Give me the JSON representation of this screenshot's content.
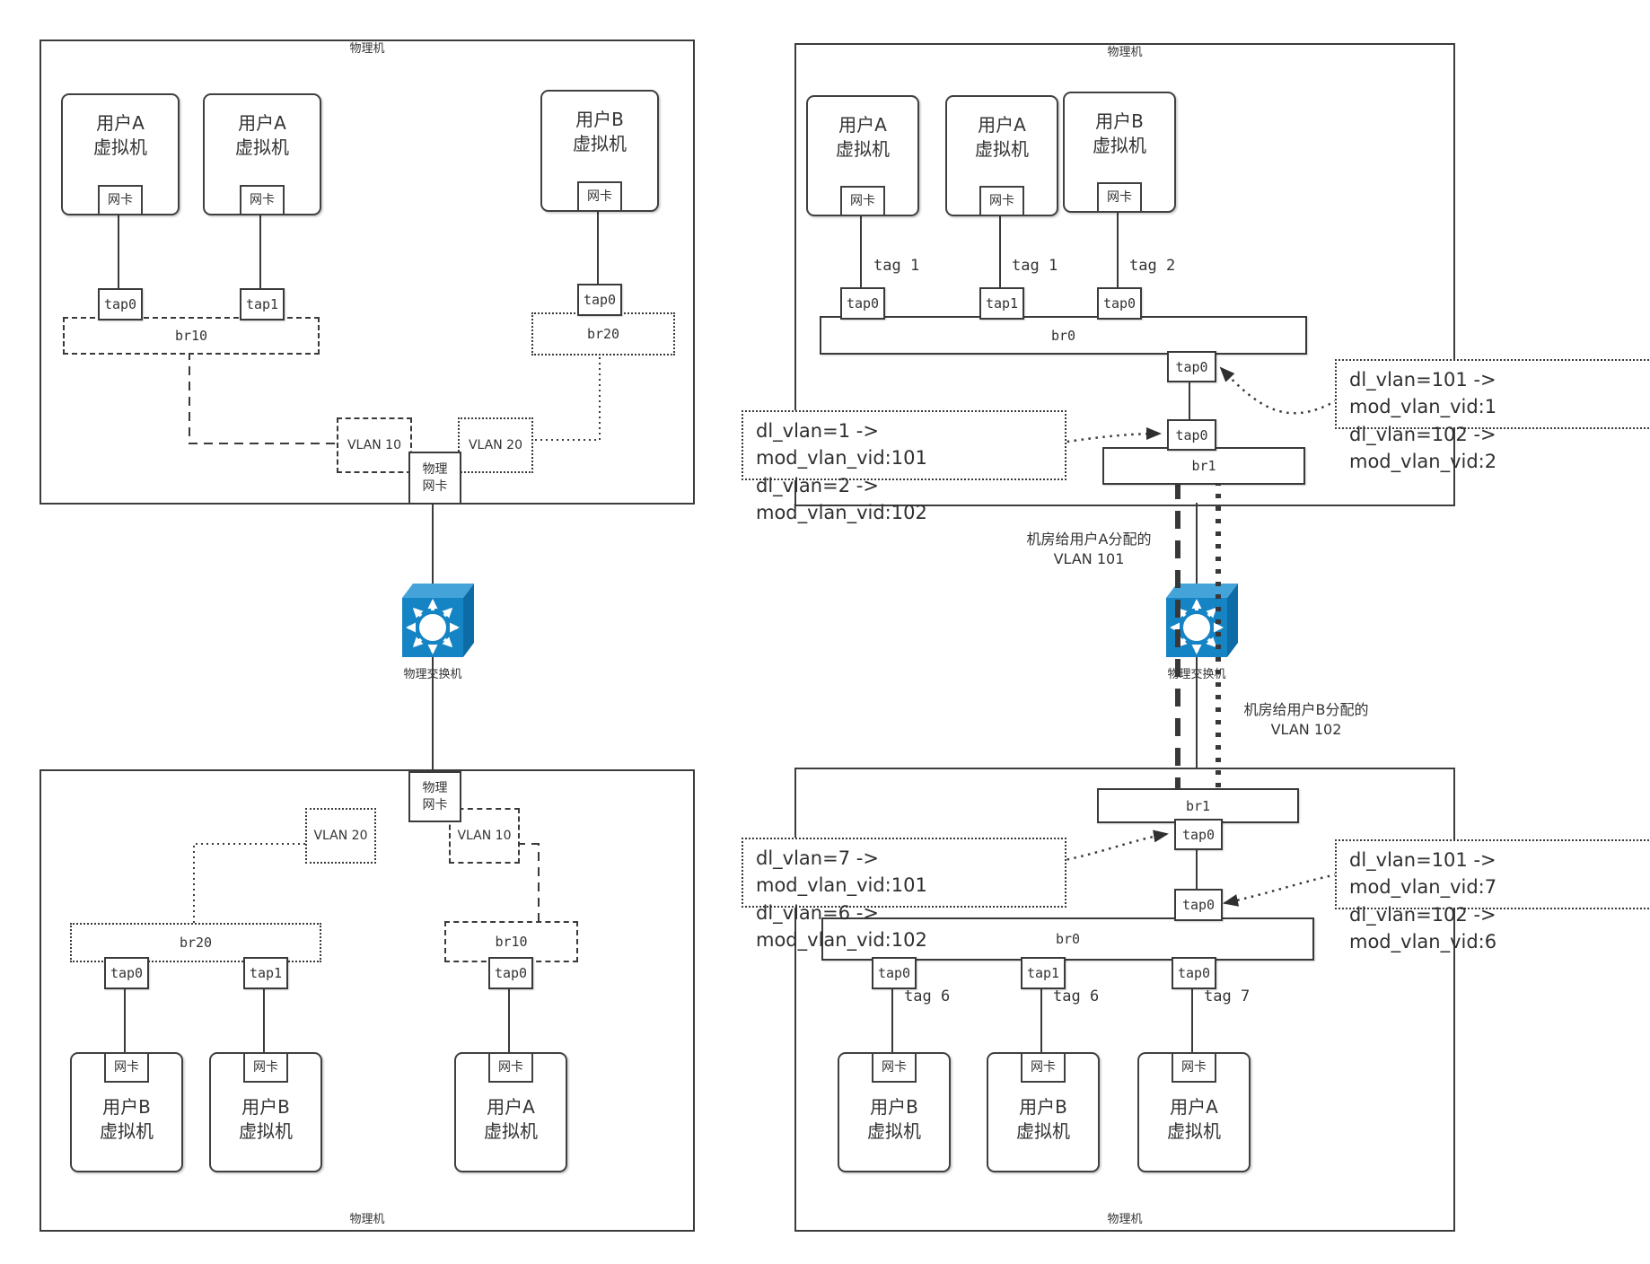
{
  "colors": {
    "line": "#3a3a3a",
    "switch_front": "#1584c5",
    "switch_top": "#44a4da",
    "switch_side": "#0d6ba6"
  },
  "shared": {
    "machine": "物理机",
    "nic": "网卡",
    "phys_nic": "物理\n网卡",
    "switch_label": "物理交换机",
    "user_a_vm": "用户A\n虚拟机",
    "user_b_vm": "用户B\n虚拟机"
  },
  "tl": {
    "taps": [
      "tap0",
      "tap1",
      "tap0"
    ],
    "br10": "br10",
    "br20": "br20",
    "vlan10": "VLAN 10",
    "vlan20": "VLAN 20"
  },
  "bl": {
    "taps": [
      "tap0",
      "tap1",
      "tap0"
    ],
    "br10": "br10",
    "br20": "br20",
    "vlan10": "VLAN 10",
    "vlan20": "VLAN 20"
  },
  "tr": {
    "tags": [
      "tag 1",
      "tag 1",
      "tag 2"
    ],
    "taps": [
      "tap0",
      "tap1",
      "tap0"
    ],
    "br0": "br0",
    "br1": "br1",
    "tap_up": "tap0",
    "tap_down": "tap0",
    "ann_left": {
      "l1": "dl_vlan=1 -> mod_vlan_vid:101",
      "l2": "dl_vlan=2 -> mod_vlan_vid:102"
    },
    "ann_right": {
      "l1": "dl_vlan=101 -> mod_vlan_vid:1",
      "l2": "dl_vlan=102 -> mod_vlan_vid:2"
    }
  },
  "br": {
    "tags": [
      "tag 6",
      "tag 6",
      "tag 7"
    ],
    "taps": [
      "tap0",
      "tap1",
      "tap0"
    ],
    "br0": "br0",
    "br1": "br1",
    "tap_up": "tap0",
    "tap_down": "tap0",
    "ann_left": {
      "l1": "dl_vlan=7 -> mod_vlan_vid:101",
      "l2": "dl_vlan=6 -> mod_vlan_vid:102"
    },
    "ann_right": {
      "l1": "dl_vlan=101 -> mod_vlan_vid:7",
      "l2": "dl_vlan=102 -> mod_vlan_vid:6"
    }
  },
  "middle": {
    "note_a": "机房给用户A分配的\nVLAN 101",
    "note_b": "机房给用户B分配的\nVLAN 102"
  }
}
